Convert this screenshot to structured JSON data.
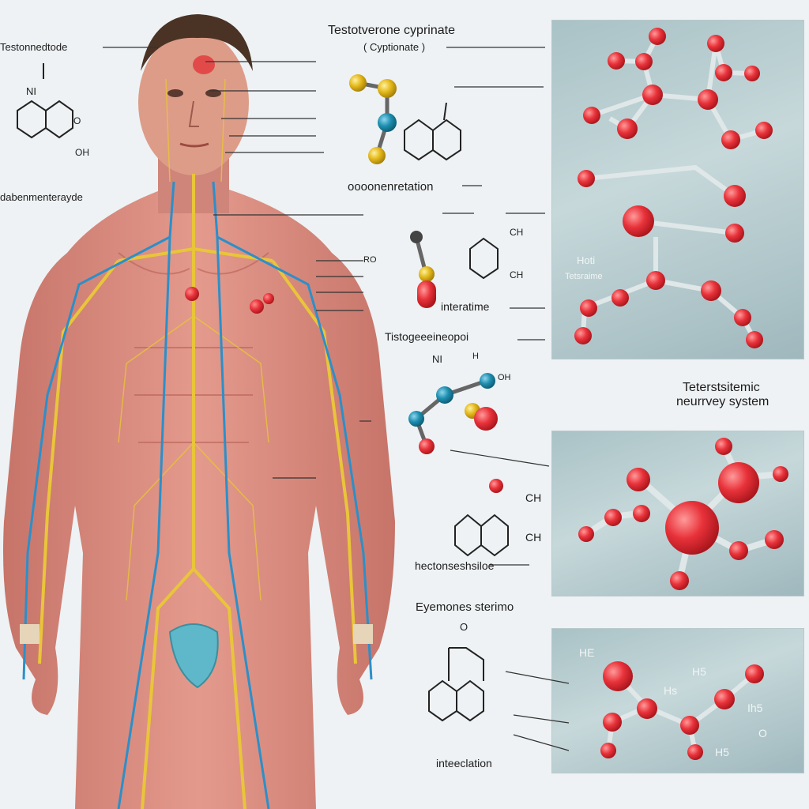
{
  "labels": {
    "top_left_1": "Testonnedtode",
    "top_left_2": "dabenmenterayde",
    "title_1": "Testotverone cyprinate",
    "title_2": "( Cyptionate )",
    "mid_1": "oooonenretation",
    "mid_2": "interatime",
    "mid_3": "Tistogeeeineopoi",
    "right_title_1": "Teterstsitemic",
    "right_title_2": "neurrvey system",
    "mid_4": "hectonseshsiloe",
    "bottom_1": "Eyemones sterimo",
    "bottom_2": "inteeclation"
  },
  "panel_labels": {
    "p1_a": "Hoti",
    "p1_b": "Tetsraime",
    "p3_a": "HE",
    "p3_b": "H5",
    "p3_c": "Ih5",
    "p3_d": "Hs",
    "p3_e": "O",
    "p3_f": "H5"
  },
  "chem_labels": {
    "n1": "NI",
    "o1": "O",
    "oh1": "OH",
    "ni": "NI",
    "h1": "H",
    "ch1": "CH",
    "ch2": "CH",
    "ch3": "CH",
    "ch4": "CH",
    "oh2": "OH",
    "rd1": "RO",
    "o3": "O"
  },
  "colors": {
    "atom_red": "#e8323a",
    "atom_yellow": "#e4b81a",
    "atom_blue": "#1e8fb0",
    "nerve_yellow": "#e9c53a",
    "vessel_blue": "#2c8fc9",
    "skin": "#d88a80",
    "panel": "#b5cbce"
  }
}
